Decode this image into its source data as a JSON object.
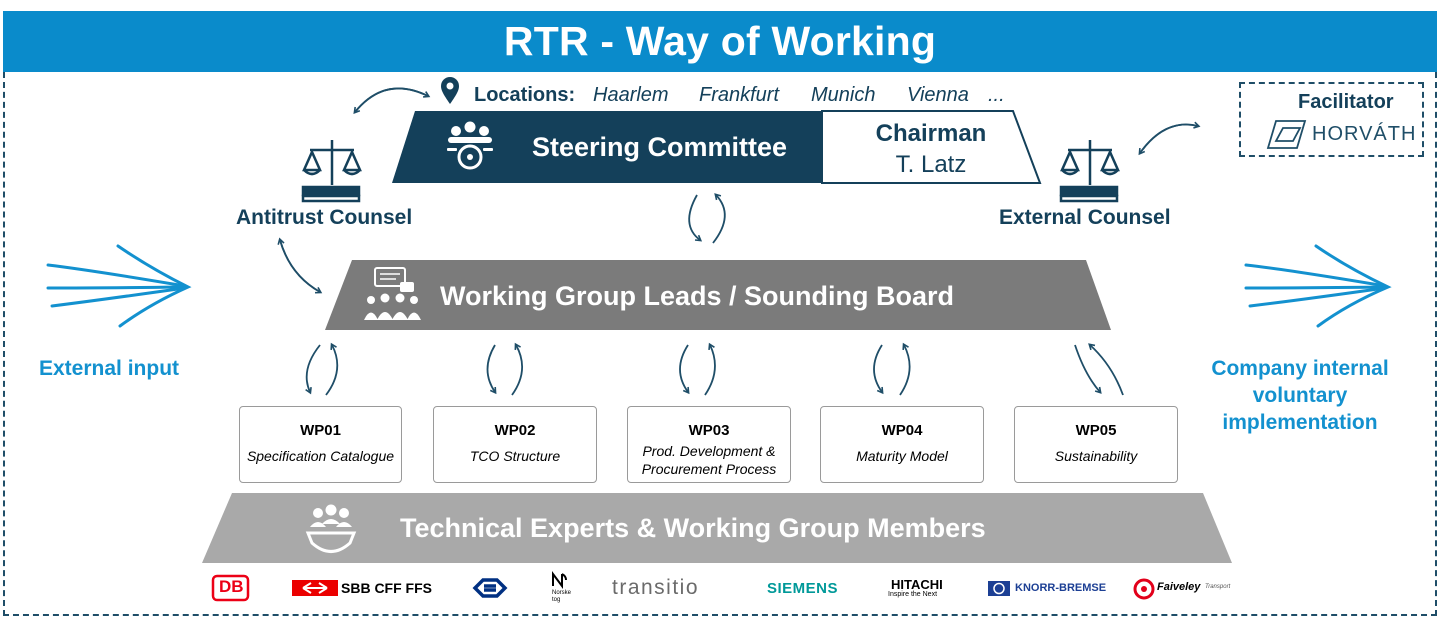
{
  "title": "RTR - Way of Working",
  "locations": {
    "label": "Locations:",
    "items": [
      "Haarlem",
      "Frankfurt",
      "Munich",
      "Vienna",
      "..."
    ]
  },
  "steering_committee": {
    "label": "Steering Committee",
    "chairman_title": "Chairman",
    "chairman_name": "T. Latz"
  },
  "antitrust_counsel": "Antitrust Counsel",
  "external_counsel": "External Counsel",
  "facilitator": {
    "label": "Facilitator",
    "name": "HORVÁTH"
  },
  "working_group_leads": "Working Group Leads / Sounding Board",
  "external_input": "External input",
  "company_internal": [
    "Company internal",
    "voluntary",
    "implementation"
  ],
  "work_packages": [
    {
      "code": "WP01",
      "name": "Specification Catalogue"
    },
    {
      "code": "WP02",
      "name": "TCO Structure"
    },
    {
      "code": "WP03",
      "name": "Prod. Development & Procurement Process"
    },
    {
      "code": "WP04",
      "name": "Maturity Model"
    },
    {
      "code": "WP05",
      "name": "Sustainability"
    }
  ],
  "technical_experts": "Technical Experts & Working Group Members",
  "logos": {
    "db": "DB",
    "sbb": "SBB CFF FFS",
    "norske_tog": [
      "Norske",
      "tog"
    ],
    "transitio": "transitio",
    "siemens": "SIEMENS",
    "hitachi": "HITACHI",
    "hitachi_tagline": "Inspire the Next",
    "knorr": "KNORR-BREMSE",
    "faiveley": "Faiveley",
    "faiveley_sub": "Transport"
  },
  "colors": {
    "header_blue": "#0a8bcb",
    "navy": "#14405a",
    "gray_dark": "#7a7a7a",
    "gray_light": "#a9a9a9",
    "accent_blue": "#1391cf"
  }
}
